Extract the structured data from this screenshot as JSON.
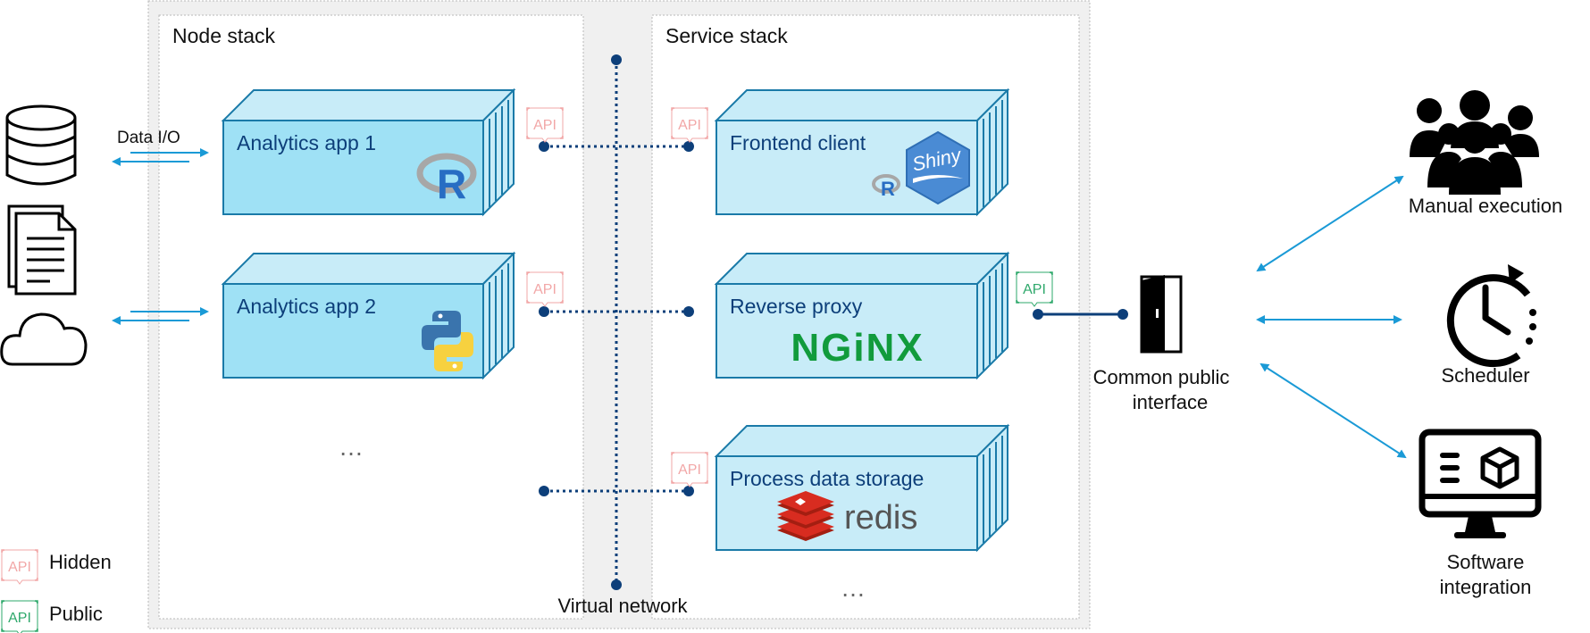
{
  "stacks": {
    "node_stack_title": "Node stack",
    "service_stack_title": "Service stack",
    "virtual_network_label": "Virtual network"
  },
  "data_io_label": "Data I/O",
  "node_containers": [
    {
      "label": "Analytics app 1",
      "logo": "r-logo-icon"
    },
    {
      "label": "Analytics app 2",
      "logo": "python-logo-icon"
    }
  ],
  "node_more": "…",
  "service_containers": [
    {
      "label": "Frontend client",
      "logo": "shiny-logo-icon"
    },
    {
      "label": "Reverse proxy",
      "logo": "nginx-logo-icon"
    },
    {
      "label": "Process data storage",
      "logo": "redis-logo-icon"
    }
  ],
  "service_more": "…",
  "logos": {
    "r": "R",
    "shiny": "Shiny",
    "shiny_r": "R",
    "nginx": "NGiNX",
    "redis": "redis"
  },
  "api_badge": "API",
  "public_interface": {
    "line1": "Common public",
    "line2": "interface"
  },
  "consumers": [
    {
      "line1": "Manual execution",
      "line2": "",
      "icon": "users-group-icon"
    },
    {
      "line1": "Scheduler",
      "line2": "",
      "icon": "clock-schedule-icon"
    },
    {
      "line1": "Software",
      "line2": "integration",
      "icon": "monitor-box-icon"
    }
  ],
  "legend": {
    "hidden_label": "Hidden",
    "public_label": "Public"
  },
  "colors": {
    "container_face": "#c8ecf8",
    "container_front": "#9fe1f5",
    "container_stroke": "#1a7aa8",
    "api_hidden": "#f2a7a7",
    "api_public": "#2ea86b",
    "network": "#0d3f7a",
    "arrow": "#1a9ad6",
    "nginx": "#119b3c",
    "redis": "#d82c20",
    "python_blue": "#3a74ad",
    "python_yellow": "#f7d13f",
    "shiny": "#4a8bd4"
  }
}
